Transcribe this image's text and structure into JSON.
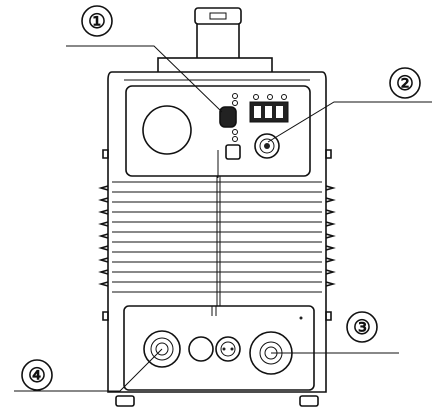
{
  "figure": {
    "callouts": [
      {
        "label": "①",
        "target": "control-knob"
      },
      {
        "label": "②",
        "target": "setting-encoder"
      },
      {
        "label": "③",
        "target": "output-terminal-right"
      },
      {
        "label": "④",
        "target": "output-terminal-left"
      }
    ]
  },
  "colors": {
    "stroke": "#111111",
    "background": "#ffffff",
    "button_fill": "#222222"
  }
}
